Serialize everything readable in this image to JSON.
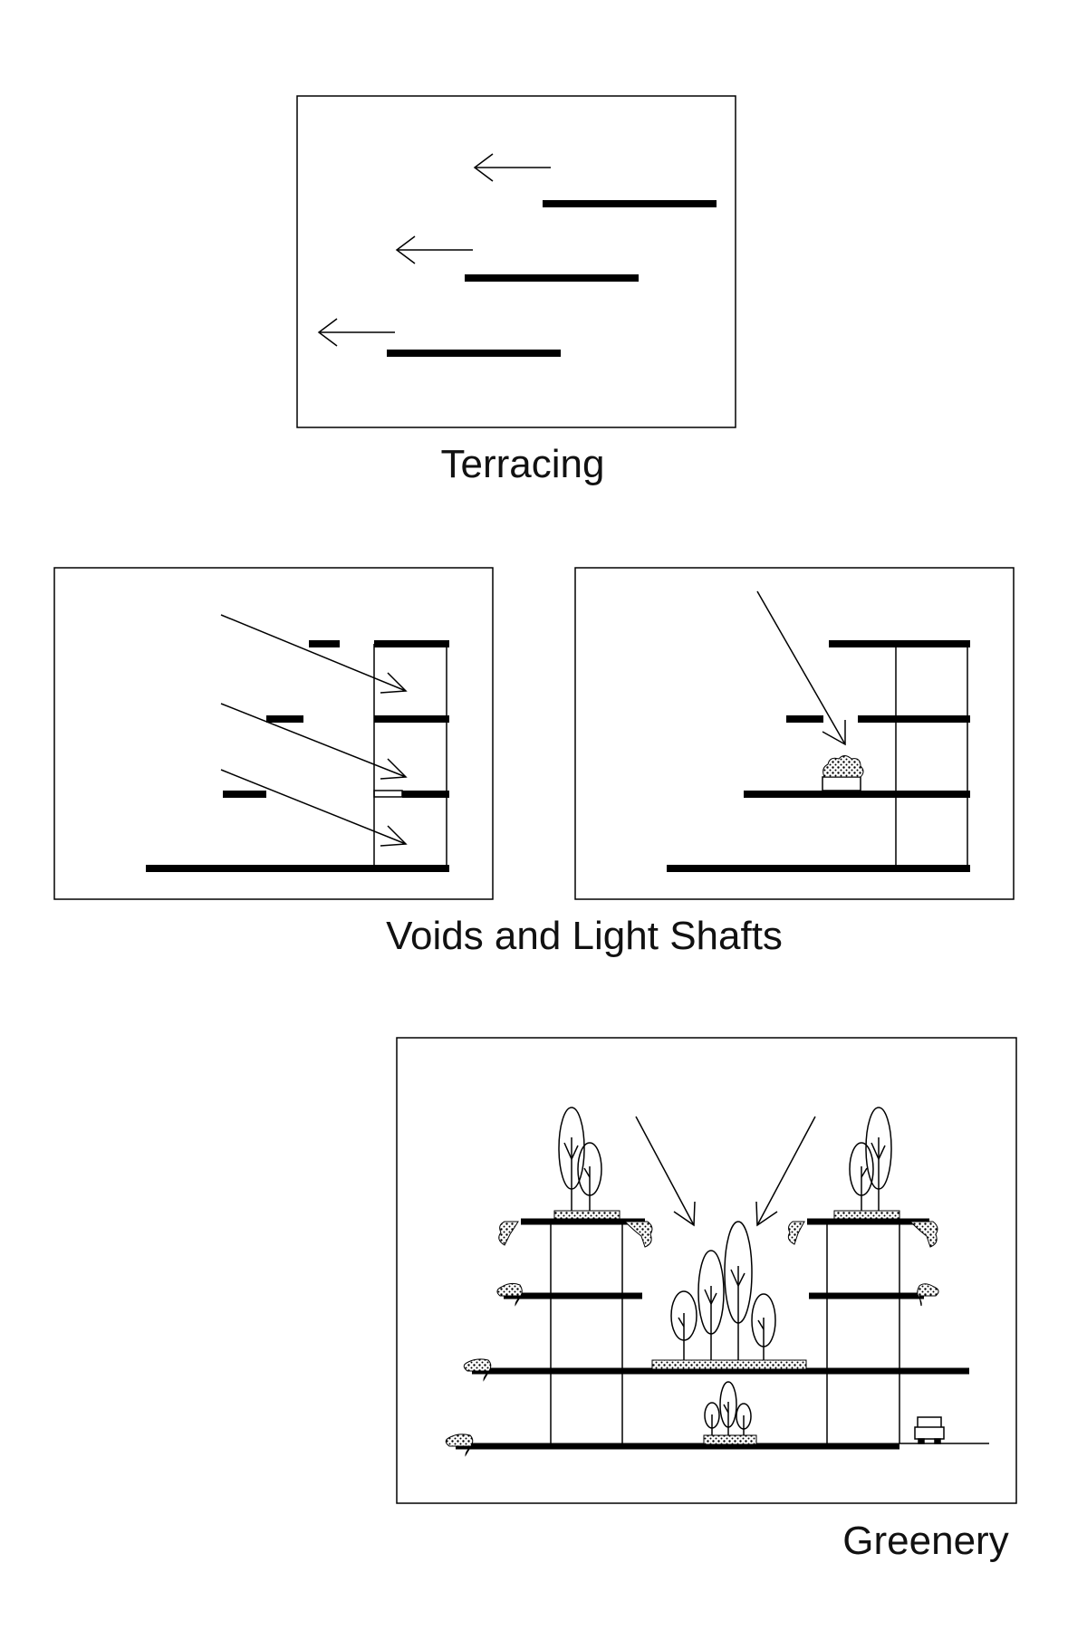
{
  "colors": {
    "ink": "#000000",
    "background": "#ffffff"
  },
  "captions": {
    "terracing": "Terracing",
    "voids": "Voids and Light Shafts",
    "greenery": "Greenery"
  }
}
